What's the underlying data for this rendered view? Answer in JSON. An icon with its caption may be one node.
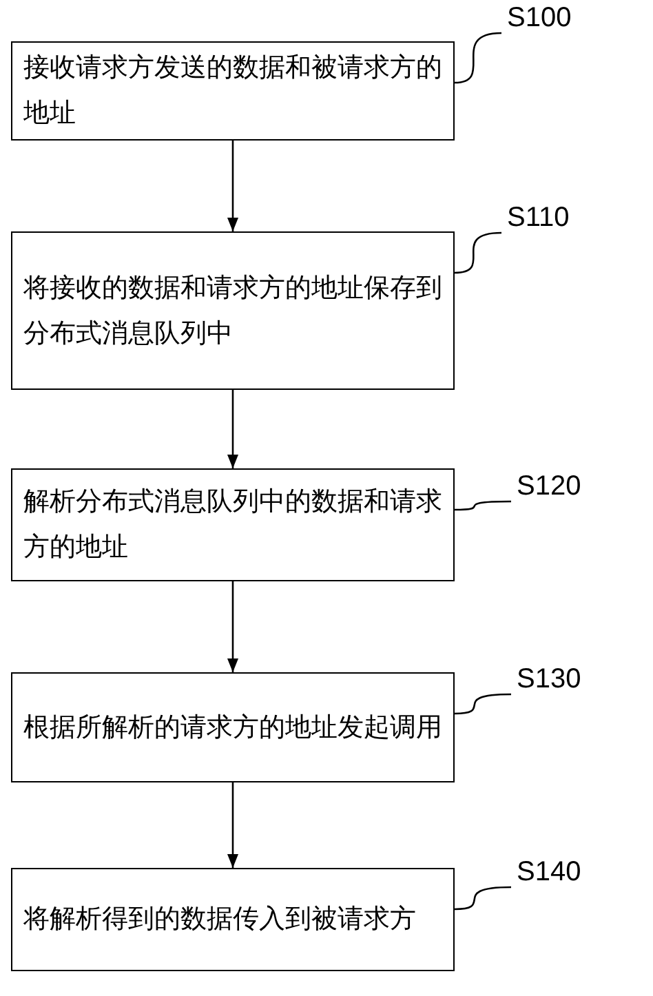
{
  "diagram": {
    "nodes": [
      {
        "text": [
          "接收请求方发送的数据和被请求方的地址"
        ]
      },
      {
        "text": [
          "S100"
        ]
      },
      {
        "text": [
          "将接收的数据和请求方的地址保存到分布式消息队列中"
        ]
      },
      {
        "text": [
          "S110"
        ]
      },
      {
        "text": [
          "解析分布式消息队列中的数据和请求方的地址"
        ]
      },
      {
        "text": [
          "S120"
        ]
      },
      {
        "text": [
          "根据所解析的请求方的地址发起调用"
        ]
      },
      {
        "text": [
          "S130"
        ]
      },
      {
        "text": [
          "将解析得到的数据传入到被请求方"
        ]
      },
      {
        "text": [
          "S140"
        ]
      }
    ],
    "edges": [
      {
        "from": 1,
        "to": 0,
        "arrow": "none"
      },
      {
        "from": 0,
        "to": 2,
        "arrow": "to"
      },
      {
        "from": 3,
        "to": 2,
        "arrow": "none"
      },
      {
        "from": 2,
        "to": 4,
        "arrow": "to"
      },
      {
        "from": 5,
        "to": 4,
        "arrow": "none"
      },
      {
        "from": 4,
        "to": 6,
        "arrow": "to"
      },
      {
        "from": 7,
        "to": 6,
        "arrow": "none"
      },
      {
        "from": 6,
        "to": 8,
        "arrow": "to"
      },
      {
        "from": 9,
        "to": 8,
        "arrow": "none"
      }
    ]
  }
}
